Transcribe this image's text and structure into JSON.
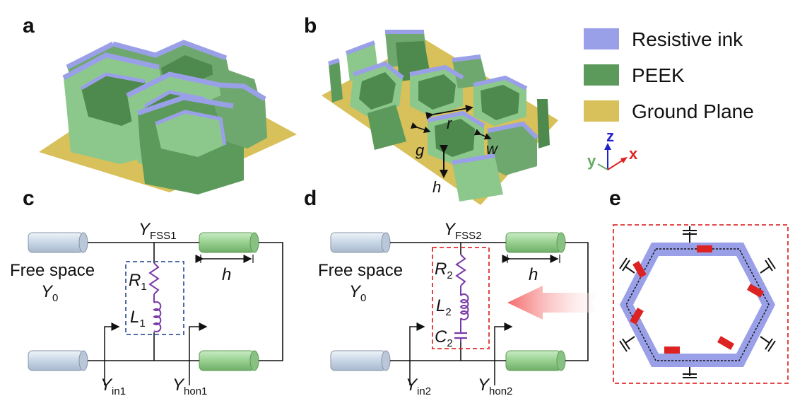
{
  "panels": {
    "a": "a",
    "b": "b",
    "c": "c",
    "d": "d",
    "e": "e"
  },
  "legend": [
    {
      "label": "Resistive ink",
      "color": "#9aa0e8"
    },
    {
      "label": "PEEK",
      "color": "#5c9a5c"
    },
    {
      "label": "Ground Plane",
      "color": "#d8c05a"
    }
  ],
  "axes": {
    "z": "z",
    "y": "y",
    "x": "x",
    "z_color": "#2222cc",
    "y_color": "#66aa66",
    "x_color": "#dd2222"
  },
  "dims_b": {
    "r": "r",
    "g": "g",
    "w": "w",
    "h": "h"
  },
  "circuit_c": {
    "y_fss": {
      "base": "Y",
      "sub": "FSS1"
    },
    "free_space": "Free space",
    "y0": {
      "base": "Y",
      "sub": "0"
    },
    "h": "h",
    "r1": {
      "base": "R",
      "sub": "1"
    },
    "l1": {
      "base": "L",
      "sub": "1"
    },
    "y_in": {
      "base": "Y",
      "sub": "in1"
    },
    "y_hon": {
      "base": "Y",
      "sub": "hon1"
    }
  },
  "circuit_d": {
    "y_fss": {
      "base": "Y",
      "sub": "FSS2"
    },
    "free_space": "Free space",
    "y0": {
      "base": "Y",
      "sub": "0"
    },
    "h": "h",
    "r2": {
      "base": "R",
      "sub": "2"
    },
    "l2": {
      "base": "L",
      "sub": "2"
    },
    "c2": {
      "base": "C",
      "sub": "2"
    },
    "y_in": {
      "base": "Y",
      "sub": "in2"
    },
    "y_hon": {
      "base": "Y",
      "sub": "hon2"
    }
  },
  "colors": {
    "ink": "#9aa0e8",
    "peek_light": "#8cc88c",
    "peek_dark": "#4e8a4e",
    "ground": "#d8c05a",
    "cable_gray": "#d7e2ee",
    "cable_green": "#9fd49a",
    "component": "#7a3aa8",
    "box_blue": "#3a5a9a",
    "box_red": "#e03030",
    "resistor_red": "#dd2222",
    "arrow": "#f57878"
  }
}
